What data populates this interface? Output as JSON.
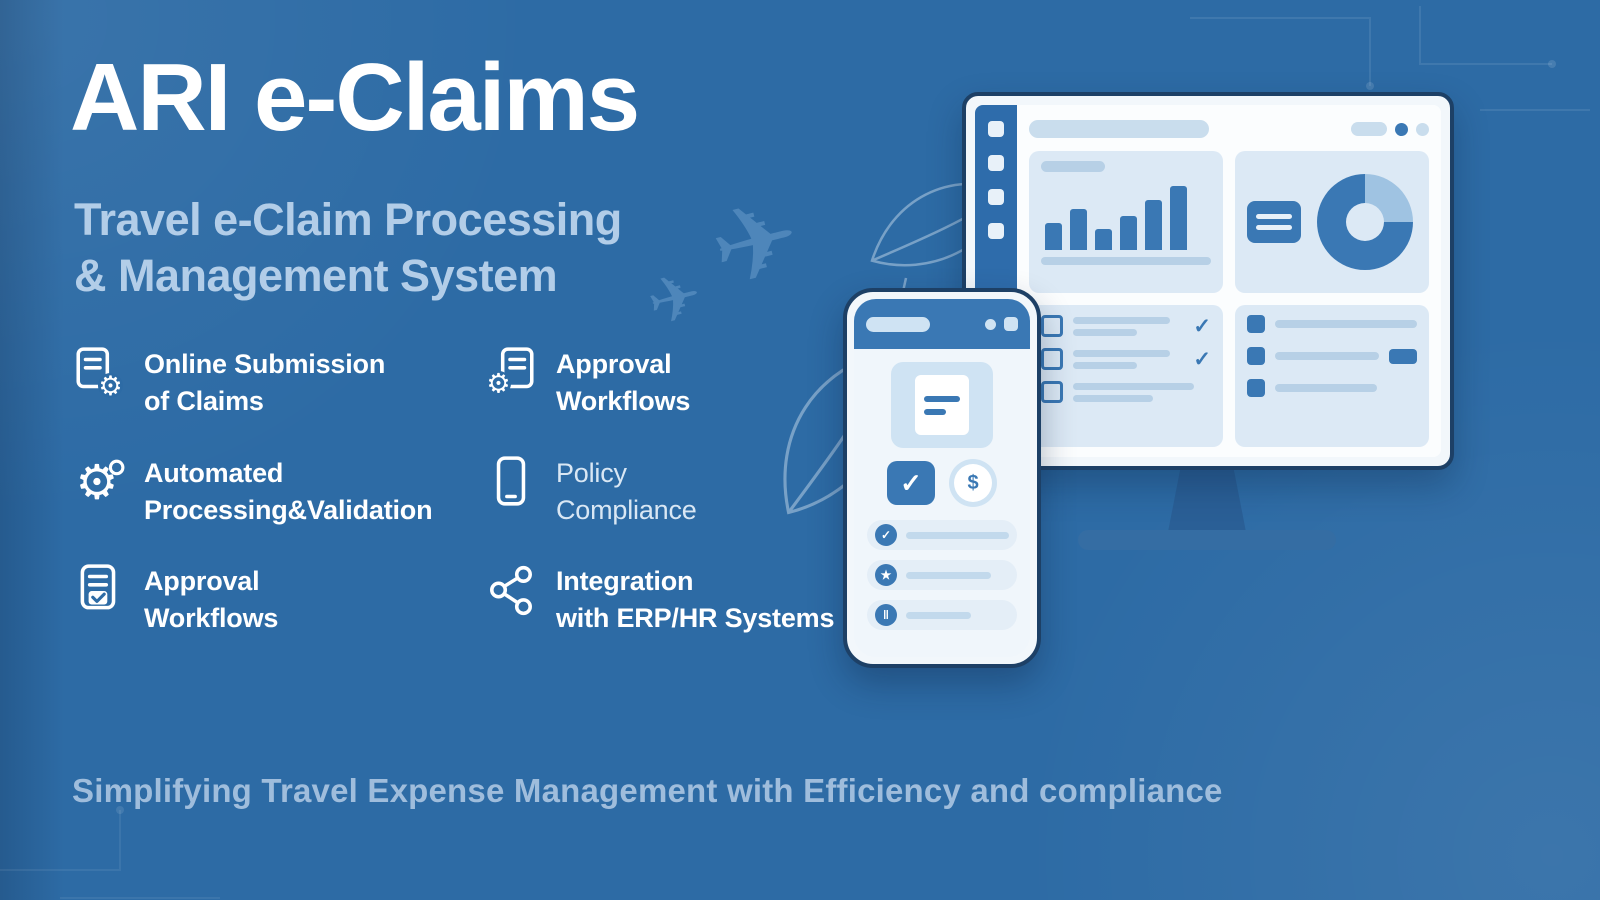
{
  "colors": {
    "bg": "#2d6ba5",
    "accent": "#3a78b4",
    "accent_dark": "#2e6cab",
    "light_panel": "#dce9f5",
    "pill": "#b7d0e6",
    "subtitle": "#b2cde8",
    "tagline": "#9fbddc"
  },
  "header": {
    "title": "ARI e-Claims",
    "subtitle_line1": "Travel e-Claim Processing",
    "subtitle_line2": "& Management System"
  },
  "features": [
    {
      "icon": "document-gear-icon",
      "line1": "Online Submission",
      "line2": "of Claims"
    },
    {
      "icon": "gear-document-icon",
      "line1": "Approval",
      "line2": "Workflows"
    },
    {
      "icon": "gears-icon",
      "line1": "Automated",
      "line2": "Processing&Validation"
    },
    {
      "icon": "smartphone-icon",
      "line1": "Policy",
      "line2": "Compliance"
    },
    {
      "icon": "document-check-icon",
      "line1": "Approval",
      "line2": "Workflows"
    },
    {
      "icon": "share-network-icon",
      "line1": "Integration",
      "line2": "with ERP/HR Systems"
    }
  ],
  "tagline": "Simplifying Travel Expense Management with Efficiency and compliance",
  "illustration": {
    "monitor_bars": [
      38,
      58,
      30,
      48,
      72,
      92
    ],
    "dollar_glyph": "$",
    "phone_list_icons": [
      "check-circle",
      "star-circle",
      "pause-circle"
    ]
  }
}
